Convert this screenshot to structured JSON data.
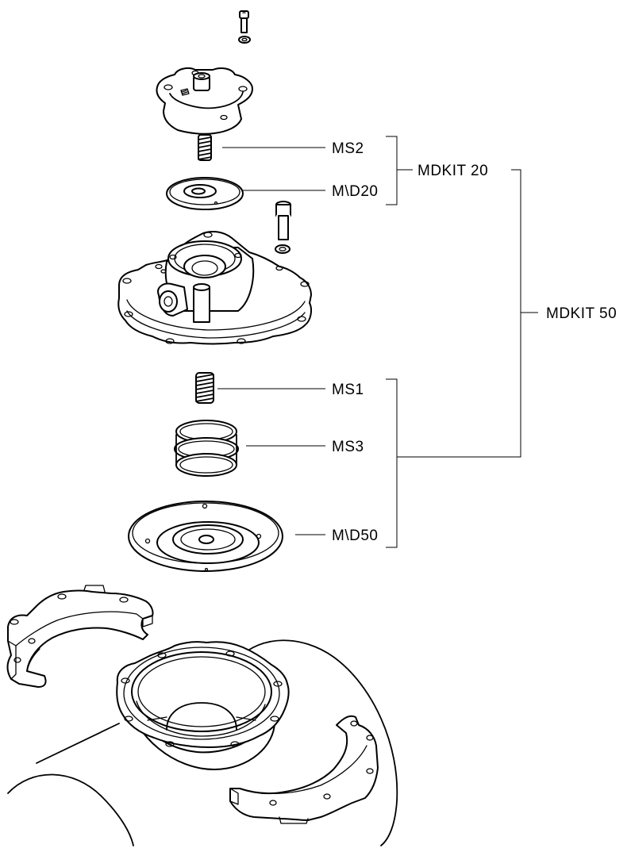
{
  "labels": {
    "ms2": "MS2",
    "md20": "M\\D20",
    "mdkit20": "MDKIT 20",
    "mdkit50": "MDKIT 50",
    "ms1": "MS1",
    "ms3": "MS3",
    "md50": "M\\D50"
  }
}
